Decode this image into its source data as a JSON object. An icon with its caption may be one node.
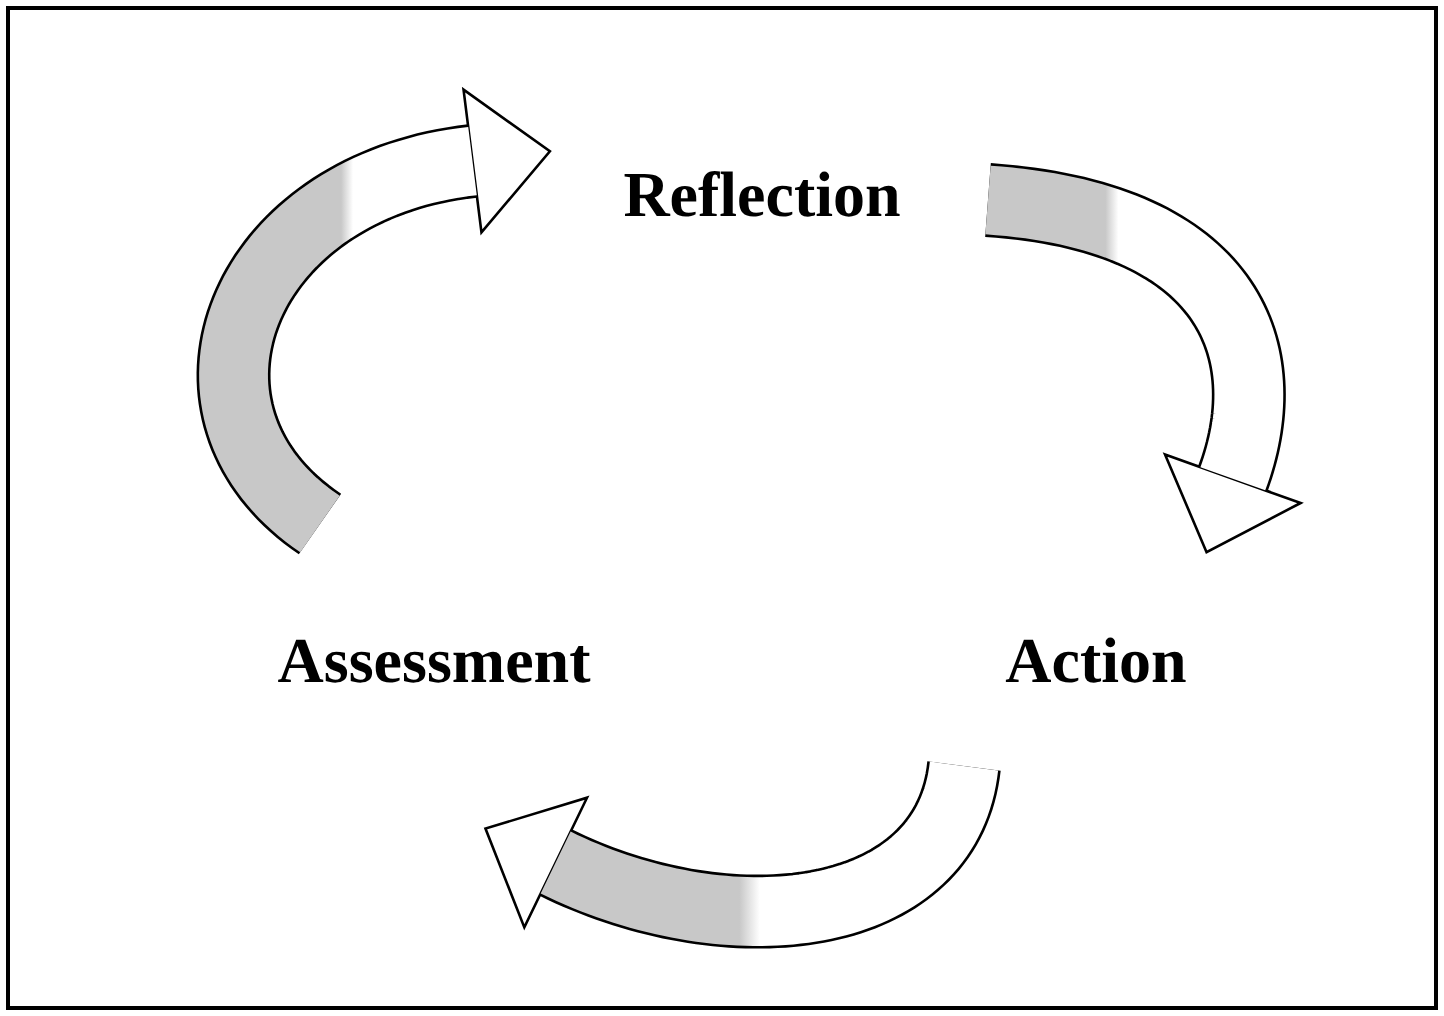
{
  "diagram": {
    "nodes": [
      {
        "text": [
          "Reflection"
        ]
      },
      {
        "text": [
          "Action"
        ]
      },
      {
        "text": [
          "Assessment"
        ]
      }
    ],
    "edges": [
      {
        "from": 0,
        "to": 1,
        "arrow": "to"
      },
      {
        "from": 1,
        "to": 2,
        "arrow": "to"
      },
      {
        "from": 2,
        "to": 0,
        "arrow": "to"
      }
    ]
  }
}
